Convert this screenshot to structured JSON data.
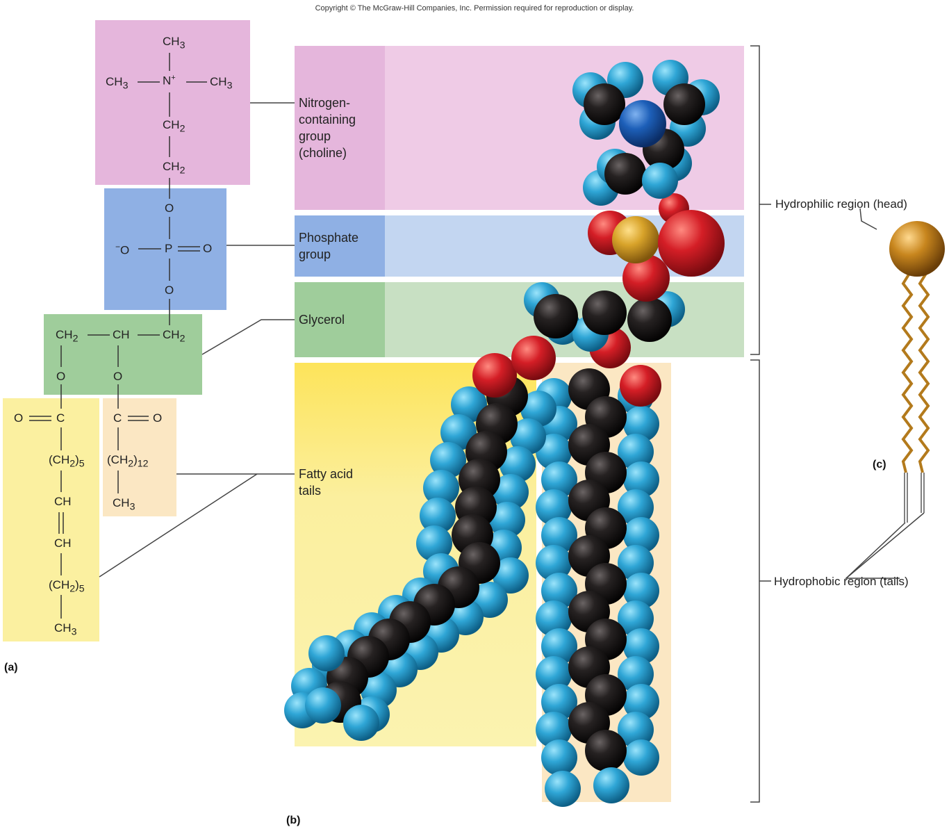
{
  "copyright": "Copyright © The McGraw-Hill Companies, Inc. Permission required for reproduction or display.",
  "panels": {
    "a": "(a)",
    "b": "(b)",
    "c": "(c)"
  },
  "labels": {
    "choline": [
      "Nitrogen-",
      "containing",
      "group",
      "(choline)"
    ],
    "phosphate": [
      "Phosphate",
      "group"
    ],
    "glycerol": "Glycerol",
    "fatty_acid": [
      "Fatty acid",
      "tails"
    ],
    "hydrophilic": "Hydrophilic region (head)",
    "hydrophobic": "Hydrophobic region (tails)"
  },
  "formula": {
    "ch3": "CH",
    "sub3": "3",
    "n_plus": "N",
    "plus": "+",
    "ch2": "CH",
    "sub2": "2",
    "o": "O",
    "o_minus": "O",
    "minus": "−",
    "p": "P",
    "ch": "CH",
    "c": "C",
    "sub5": "5",
    "sub12": "12"
  },
  "colors": {
    "choline_box": "#e5b6dc",
    "choline_band": "#efcbe6",
    "phosphate_box": "#8fb0e4",
    "phosphate_band": "#c3d6f1",
    "glycerol_box": "#9fcd9b",
    "glycerol_band": "#c8e0c3",
    "tail_box": "#fbf0a0",
    "tail_box2": "#fbe7c3",
    "carbon": "#1c1a1a",
    "hydrogen": "#2fa6d6",
    "oxygen": "#d41e26",
    "nitrogen": "#1d5fb8",
    "phosphorus": "#d8a32a",
    "head_ball": "#c8861e"
  }
}
